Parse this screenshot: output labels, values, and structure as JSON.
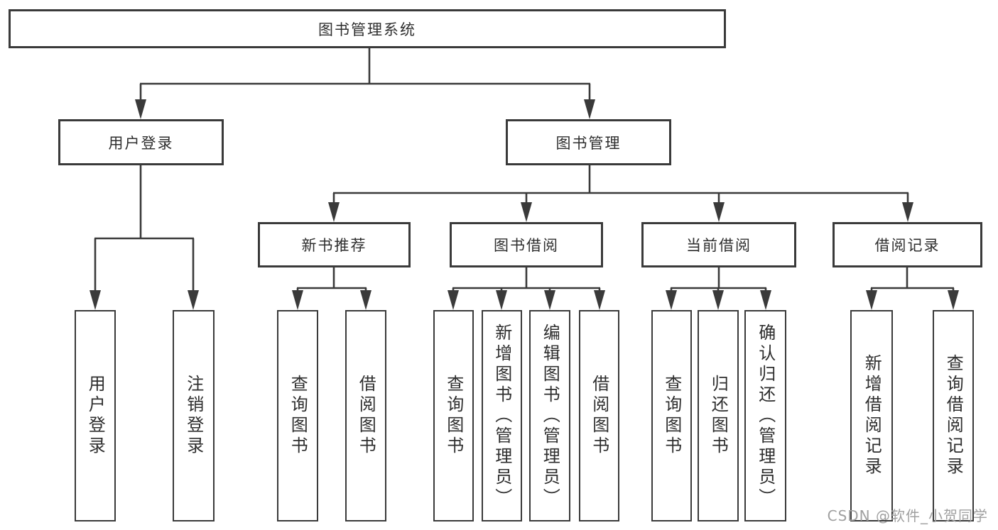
{
  "diagram": {
    "root": {
      "label": "图书管理系统"
    },
    "branches": [
      {
        "label": "用户登录",
        "children": [
          {
            "label": "用户登录"
          },
          {
            "label": "注销登录"
          }
        ]
      },
      {
        "label": "图书管理",
        "children": [
          {
            "label": "新书推荐",
            "children": [
              {
                "label": "查询图书"
              },
              {
                "label": "借阅图书"
              }
            ]
          },
          {
            "label": "图书借阅",
            "children": [
              {
                "label": "查询图书"
              },
              {
                "label": "新增图书（管理员）"
              },
              {
                "label": "编辑图书（管理员）"
              },
              {
                "label": "借阅图书"
              }
            ]
          },
          {
            "label": "当前借阅",
            "children": [
              {
                "label": "查询图书"
              },
              {
                "label": "归还图书"
              },
              {
                "label": "确认归还（管理员）"
              }
            ]
          },
          {
            "label": "借阅记录",
            "children": [
              {
                "label": "新增借阅记录"
              },
              {
                "label": "查询借阅记录"
              }
            ]
          }
        ]
      }
    ]
  },
  "watermark": {
    "text": "CSDN @软件_小贺同学"
  },
  "colors": {
    "line": "#3a3a3a",
    "text": "#2e2e2e",
    "background": "#ffffff",
    "watermark_text": "#a0a0a0"
  }
}
